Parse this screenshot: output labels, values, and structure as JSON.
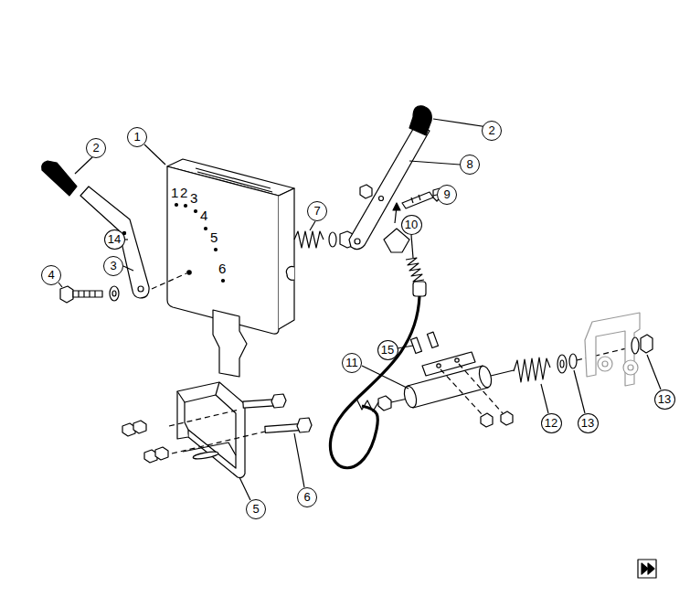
{
  "diagram": {
    "nodes": [
      {
        "text": [
          "2"
        ]
      },
      {
        "text": [
          "1"
        ]
      },
      {
        "text": [
          "2"
        ]
      },
      {
        "text": [
          "8"
        ]
      },
      {
        "text": [
          "9"
        ]
      },
      {
        "text": [
          "7"
        ]
      },
      {
        "text": [
          "10"
        ]
      },
      {
        "text": [
          "14"
        ]
      },
      {
        "text": [
          "3"
        ]
      },
      {
        "text": [
          "4"
        ]
      },
      {
        "text": [
          "15"
        ]
      },
      {
        "text": [
          "11"
        ]
      },
      {
        "text": [
          "13"
        ]
      },
      {
        "text": [
          "12"
        ]
      },
      {
        "text": [
          "13"
        ]
      },
      {
        "text": [
          "6"
        ]
      },
      {
        "text": [
          "5"
        ]
      }
    ],
    "labels": [
      "1",
      "2",
      "3",
      "4",
      "5",
      "6"
    ]
  }
}
